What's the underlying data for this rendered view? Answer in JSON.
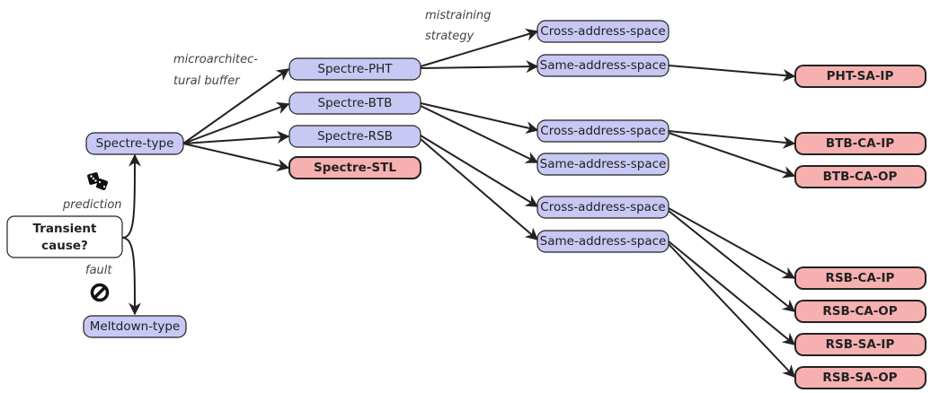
{
  "nodes": {
    "transient_cause": "Transient cause?",
    "spectre_type": "Spectre-type",
    "meltdown_type": "Meltdown-type",
    "spectre_pht": "Spectre-PHT",
    "spectre_btb": "Spectre-BTB",
    "spectre_rsb": "Spectre-RSB",
    "spectre_stl": "Spectre-STL",
    "pht_cross": "Cross-address-space",
    "pht_same": "Same-address-space",
    "btb_cross": "Cross-address-space",
    "btb_same": "Same-address-space",
    "rsb_cross": "Cross-address-space",
    "rsb_same": "Same-address-space",
    "pht_sa_ip": "PHT-SA-IP",
    "btb_ca_ip": "BTB-CA-IP",
    "btb_ca_op": "BTB-CA-OP",
    "rsb_ca_ip": "RSB-CA-IP",
    "rsb_ca_op": "RSB-CA-OP",
    "rsb_sa_ip": "RSB-SA-IP",
    "rsb_sa_op": "RSB-SA-OP"
  },
  "labels": {
    "microarch_1": "microarchitec-",
    "microarch_2": "tural buffer",
    "mistraining_1": "mistraining",
    "mistraining_2": "strategy",
    "prediction": "prediction",
    "fault": "fault"
  },
  "icons": {
    "prediction": "dice-icon",
    "fault": "prohibited-icon"
  }
}
